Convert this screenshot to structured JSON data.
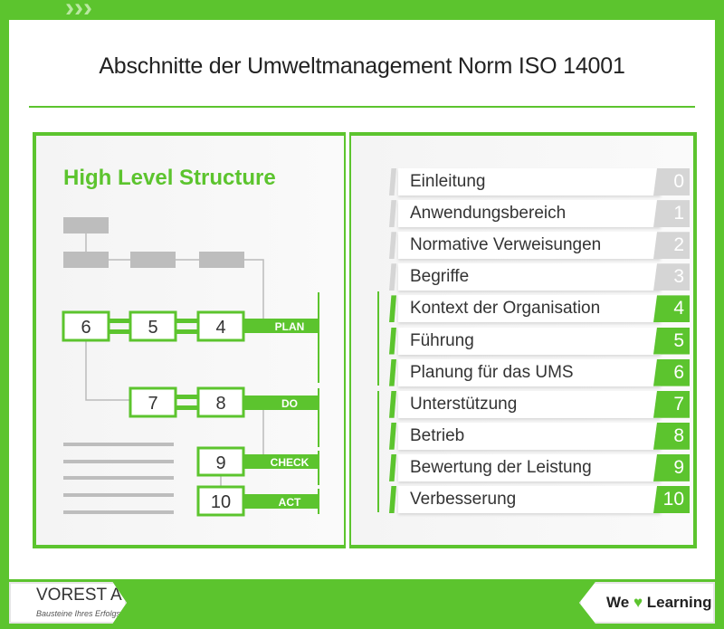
{
  "title": "Abschnitte der Umweltmanagement Norm ISO 14001",
  "left_page": {
    "heading": "High Level Structure",
    "boxes": [
      "6",
      "5",
      "4",
      "7",
      "8",
      "9",
      "10"
    ],
    "phases": [
      "PLAN",
      "DO",
      "CHECK",
      "ACT"
    ]
  },
  "sections": [
    {
      "label": "Einleitung",
      "num": "0"
    },
    {
      "label": "Anwendungsbereich",
      "num": "1"
    },
    {
      "label": "Normative Verweisungen",
      "num": "2"
    },
    {
      "label": "Begriffe",
      "num": "3"
    },
    {
      "label": "Kontext der Organisation",
      "num": "4"
    },
    {
      "label": "Führung",
      "num": "5"
    },
    {
      "label": "Planung für das UMS",
      "num": "6"
    },
    {
      "label": "Unterstützung",
      "num": "7"
    },
    {
      "label": "Betrieb",
      "num": "8"
    },
    {
      "label": "Bewertung der Leistung",
      "num": "9"
    },
    {
      "label": "Verbesserung",
      "num": "10"
    }
  ],
  "footer": {
    "company": "VOREST AG",
    "slogan": "Bausteine Ihres Erfolgs",
    "we": "We",
    "heart": "♥",
    "learning": "Learning"
  },
  "colors": {
    "accent": "#5cc42e",
    "gray": "#d5d5d5"
  }
}
